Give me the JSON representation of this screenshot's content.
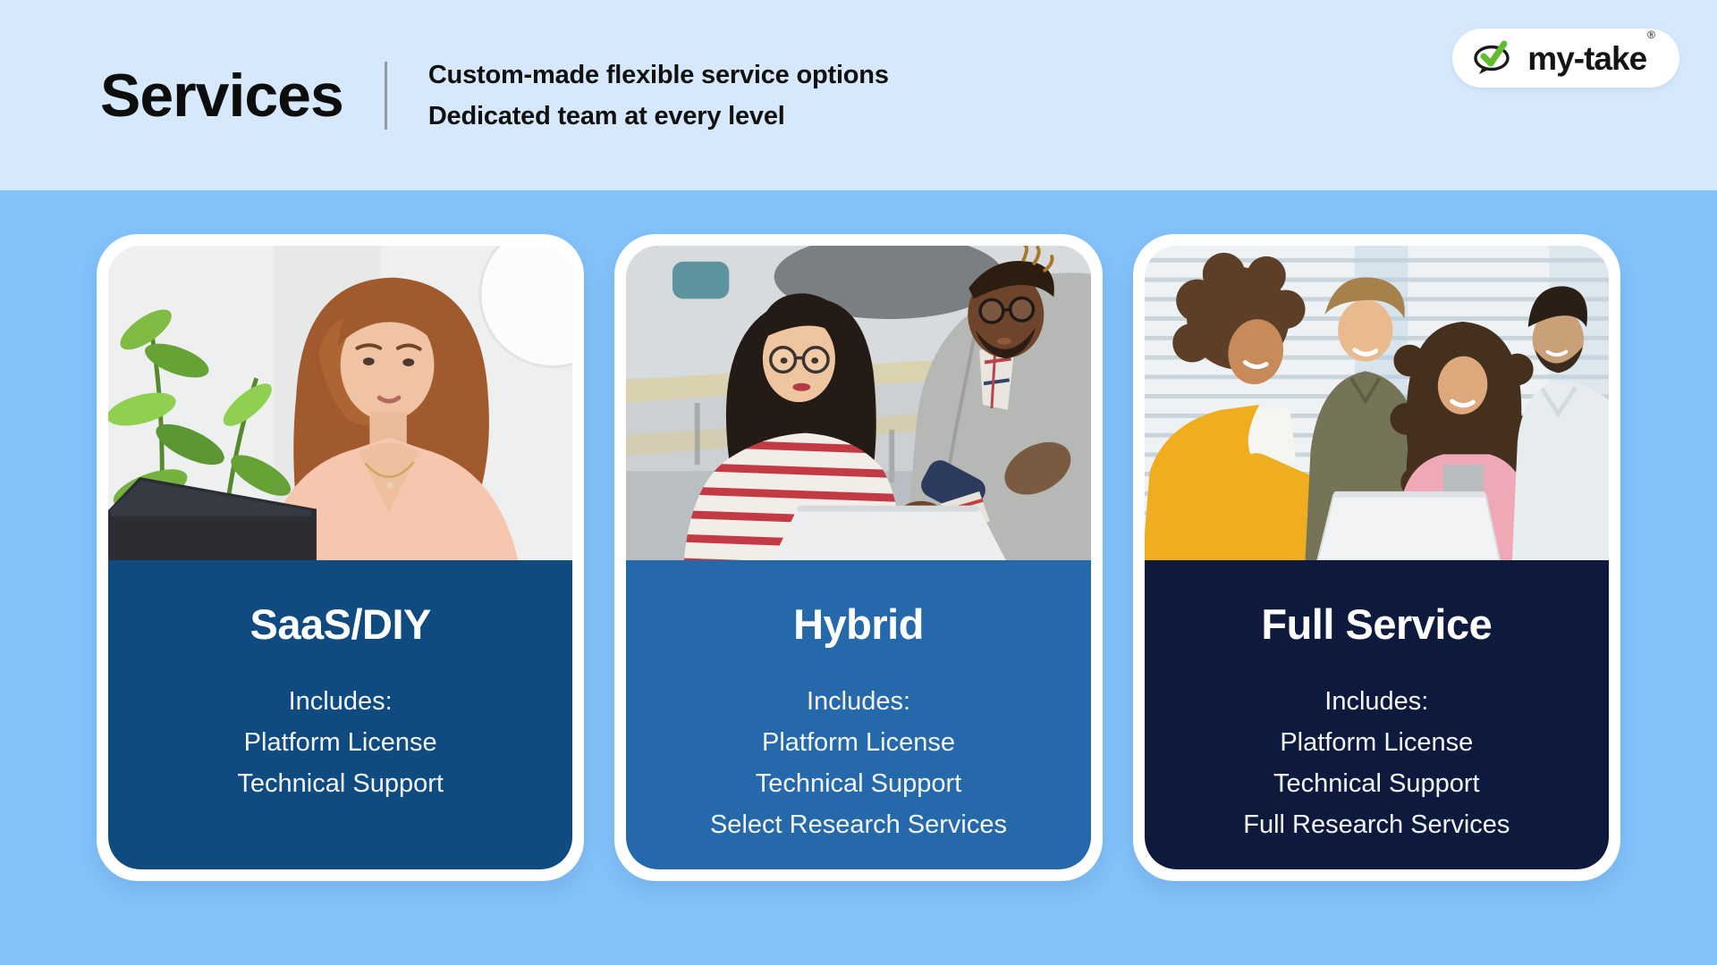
{
  "header": {
    "title": "Services",
    "subtitle_line1": "Custom-made flexible service options",
    "subtitle_line2": "Dedicated team at every level",
    "background": "#d6e9fc",
    "text_color": "#0d0d0d"
  },
  "logo": {
    "text": "my-take",
    "registered_mark": "®",
    "check_color": "#62bc2f",
    "bubble_color": "#1a1a1a",
    "pill_background": "#ffffff"
  },
  "page": {
    "background": "#84c2fb"
  },
  "cards": [
    {
      "title": "SaaS/DIY",
      "includes_label": "Includes:",
      "items": [
        "Platform License",
        "Technical Support"
      ],
      "panel_color": "#0f4a80",
      "photo_description": "Woman with auburn hair in a peach blouse working at a dark laptop beside a green plant and a white lamp"
    },
    {
      "title": "Hybrid",
      "includes_label": "Includes:",
      "items": [
        "Platform License",
        "Technical Support",
        "Select Research Services"
      ],
      "panel_color": "#2569aa",
      "photo_description": "Woman in red-striped shirt and glasses talking with a man in a gray blazer leaning over a white laptop in an office"
    },
    {
      "title": "Full Service",
      "includes_label": "Includes:",
      "items": [
        "Platform License",
        "Technical Support",
        "Full Research Services"
      ],
      "panel_color": "#0e1a3d",
      "photo_description": "Four smiling teammates in yellow, olive, pink and white tops gathered around a white laptop in front of window blinds"
    }
  ]
}
